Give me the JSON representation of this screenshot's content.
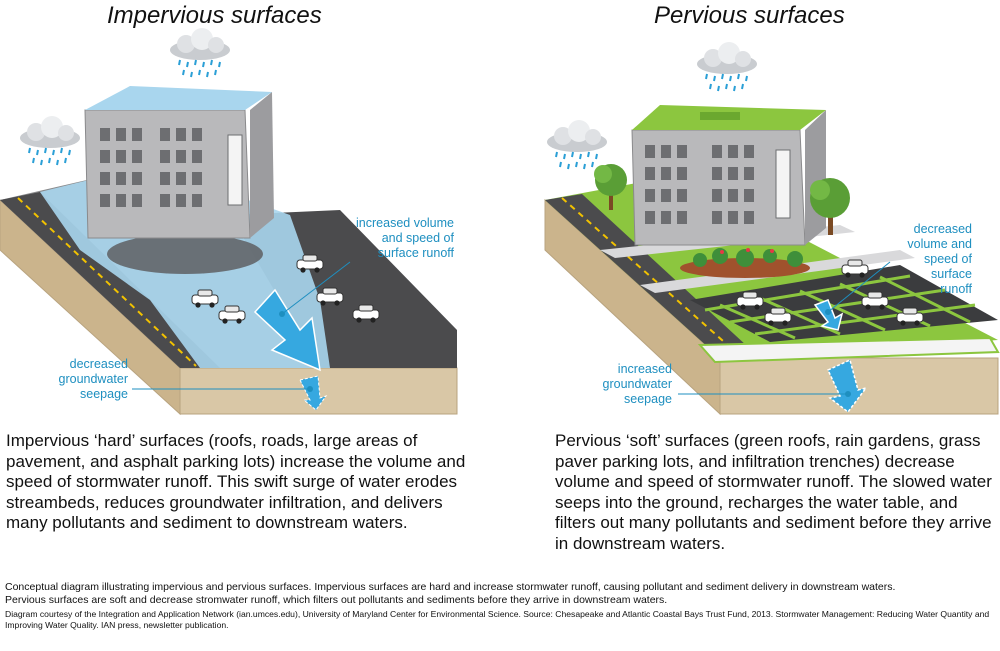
{
  "left": {
    "title": "Impervious surfaces",
    "callout_runoff": "increased volume\nand speed of\nsurface runoff",
    "callout_groundwater": "decreased\ngroundwater\nseepage",
    "description": "Impervious ‘hard’ surfaces (roofs, roads, large areas of pavement, and asphalt parking lots) increase the volume and speed of stormwater runoff. This swift surge of water erodes streambeds, reduces groundwater infiltration, and delivers many pollutants and sediment to downstream waters."
  },
  "right": {
    "title": "Pervious surfaces",
    "callout_runoff": "decreased\nvolume and\nspeed of\nsurface\nrunoff",
    "callout_groundwater": "increased\ngroundwater\nseepage",
    "description": "Pervious ‘soft’ surfaces (green roofs, rain gardens, grass paver parking lots, and infiltration trenches) decrease volume and speed of stormwater runoff. The slowed water seeps into the ground, recharges the water table, and filters out many pollutants and sediment before they arrive in downstream waters."
  },
  "caption": {
    "line1": "Conceptual diagram illustrating impervious and pervious surfaces. Impervious surfaces are hard and increase stormwater runoff, causing pollutant and sediment delivery in downstream waters.",
    "line2": "Pervious surfaces are soft and decrease stromwater runoff, which filters out pollutants and sediments before they arrive in downstream waters.",
    "credit": "Diagram courtesy of the Integration and Application Network (ian.umces.edu), University of Maryland Center for Environmental Science. Source: Chesapeake and Atlantic Coastal Bays Trust Fund, 2013. Stormwater Management: Reducing Water Quantity and Improving Water Quality. IAN press, newsletter publication."
  },
  "colors": {
    "callout_text": "#1e8fc0",
    "water": "#a9d6ee",
    "asphalt": "#4b4b4d",
    "soil": "#d9c7a6",
    "grass": "#8cc63f",
    "building": "#b9b9bb"
  },
  "icons": [
    "rain-cloud-icon",
    "car-icon",
    "tree-icon",
    "flow-arrow-icon",
    "building-icon"
  ]
}
